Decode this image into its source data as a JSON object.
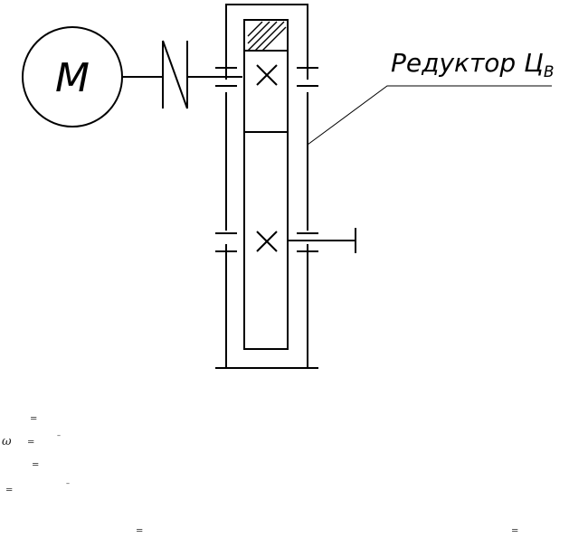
{
  "motor": {
    "letter": "M"
  },
  "reducer": {
    "label": "Редуктор Ц",
    "subscript": "В"
  },
  "formulas": {
    "eq1": "=",
    "omega": "ω",
    "eq2": "=",
    "dash2": "–",
    "eq3": "=",
    "eq4": "=",
    "dash4": "–",
    "eq5": "=",
    "eq6": "="
  }
}
